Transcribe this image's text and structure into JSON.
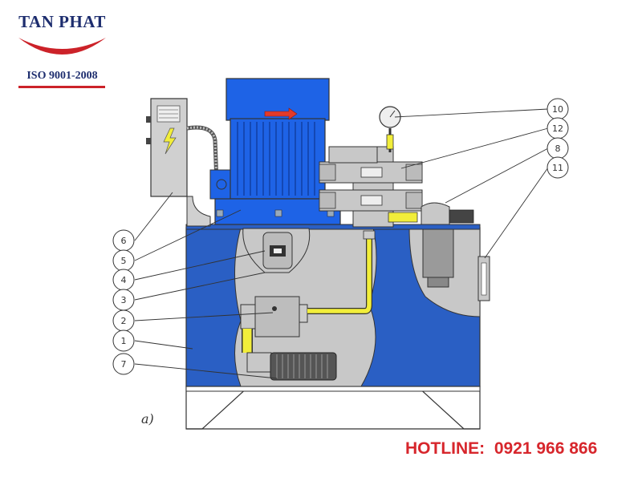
{
  "logo": {
    "company": "TAN PHAT",
    "certification": "ISO 9001-2008"
  },
  "diagram": {
    "figure_label": "a)",
    "callouts": [
      "1",
      "2",
      "3",
      "4",
      "5",
      "6",
      "7",
      "8",
      "10",
      "11",
      "12"
    ]
  },
  "hotline": {
    "label": "HOTLINE:",
    "number": "0921 966 866"
  },
  "colors": {
    "tank_blue": "#2a5fc4",
    "motor_blue": "#1e63e6",
    "cutaway_gray": "#c8c8c8",
    "pipe_yellow": "#f2ee3a",
    "brand_navy": "#1d2d6e",
    "brand_red": "#d7262c"
  }
}
